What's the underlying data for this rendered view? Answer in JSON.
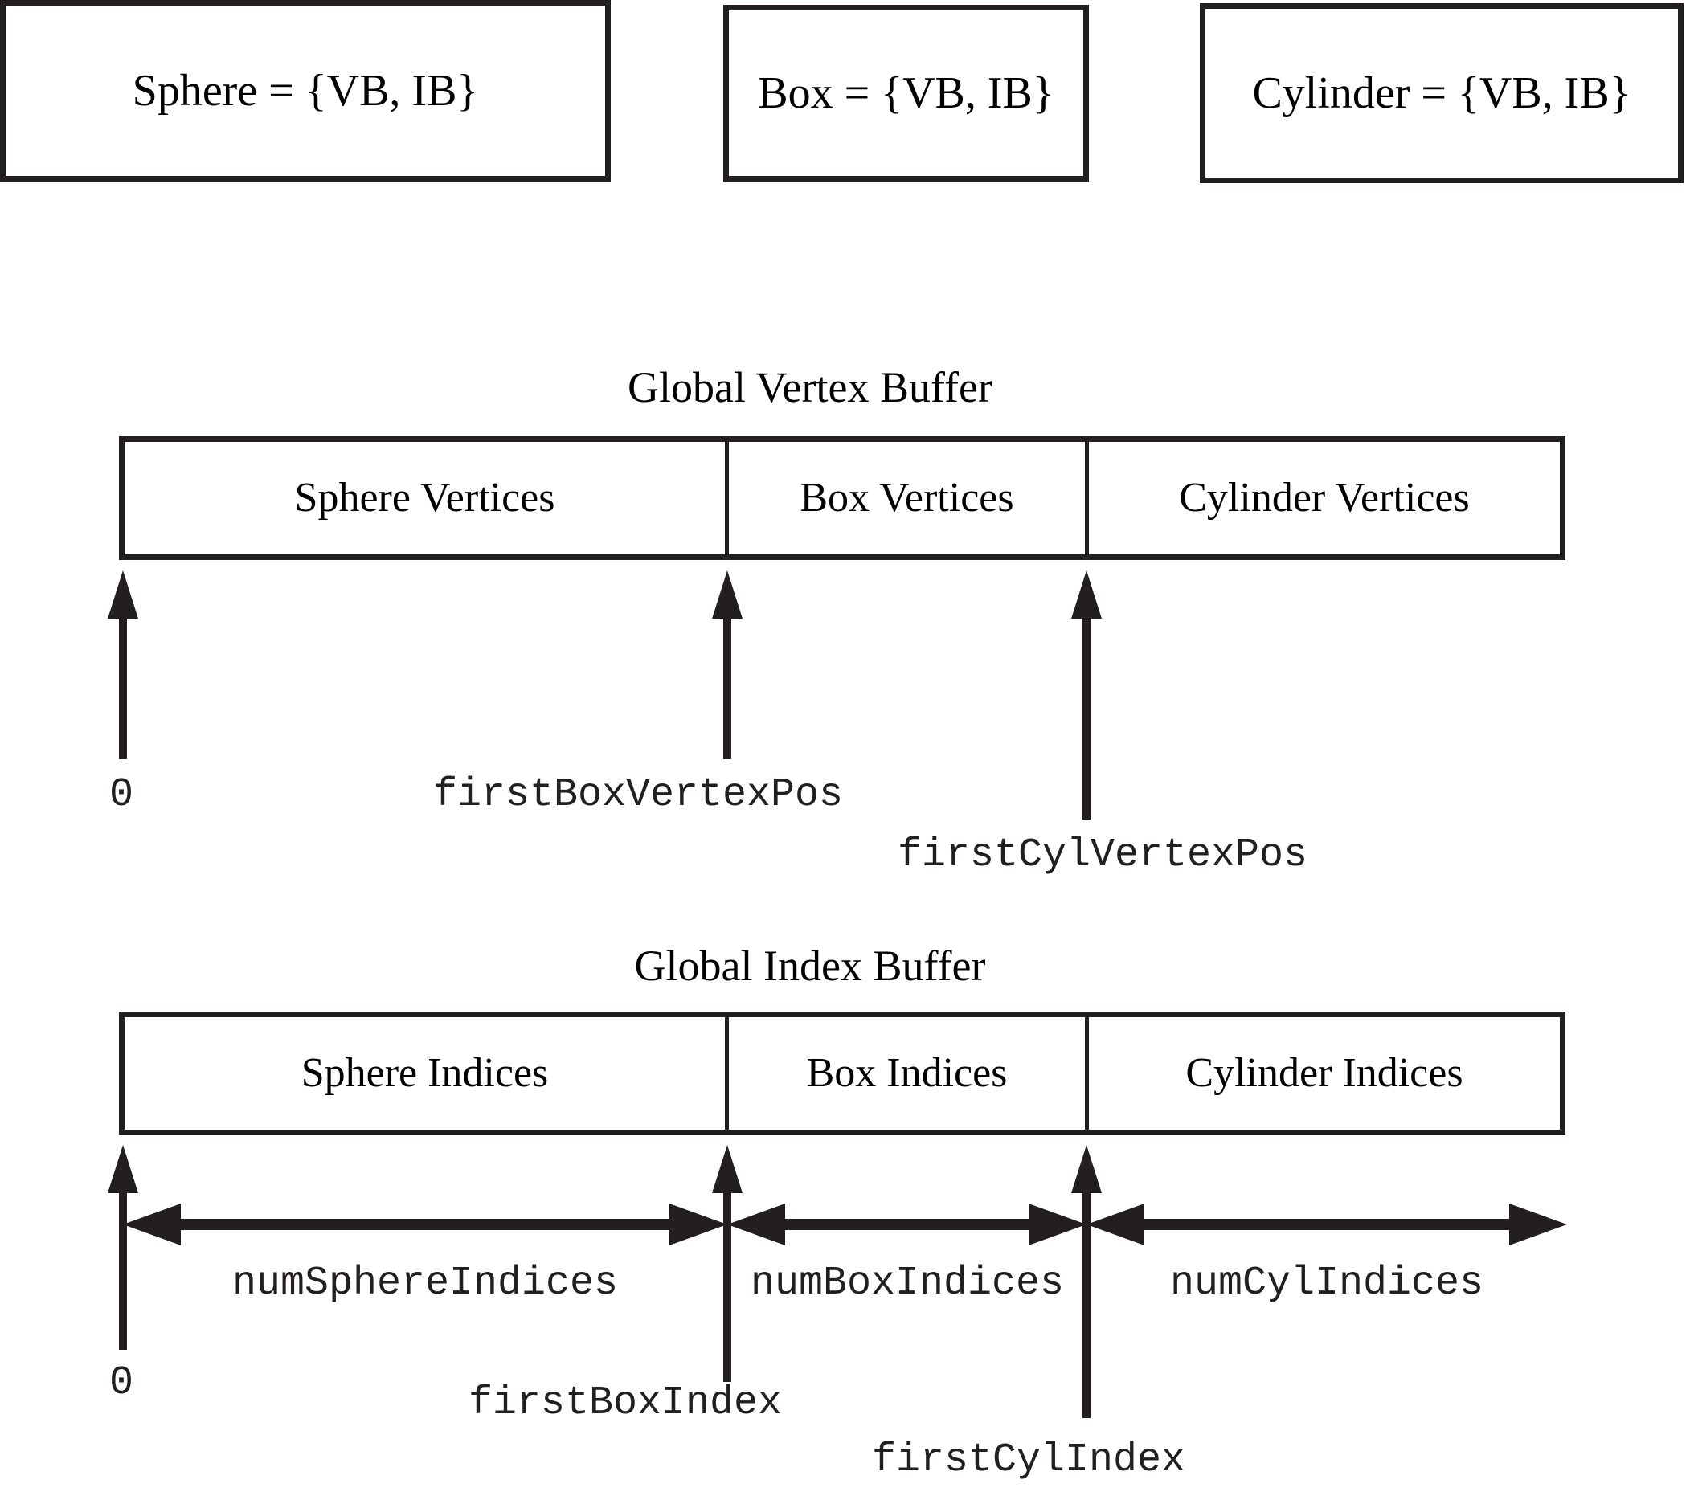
{
  "diagram": {
    "title_vertex_buffer": "Global Vertex Buffer",
    "title_index_buffer": "Global Index Buffer",
    "mesh_boxes": [
      {
        "label": "Sphere = {VB, IB}"
      },
      {
        "label": "Box = {VB, IB}"
      },
      {
        "label": "Cylinder = {VB, IB}"
      }
    ],
    "vertex_buffer": {
      "segments": [
        {
          "label": "Sphere Vertices"
        },
        {
          "label": "Box Vertices"
        },
        {
          "label": "Cylinder Vertices"
        }
      ],
      "markers": [
        {
          "label": "0"
        },
        {
          "label": "firstBoxVertexPos"
        },
        {
          "label": "firstCylVertexPos"
        }
      ]
    },
    "index_buffer": {
      "segments": [
        {
          "label": "Sphere Indices"
        },
        {
          "label": "Box Indices"
        },
        {
          "label": "Cylinder Indices"
        }
      ],
      "markers": [
        {
          "label": "0"
        },
        {
          "label": "firstBoxIndex"
        },
        {
          "label": "firstCylIndex"
        }
      ],
      "spans": [
        {
          "label": "numSphereIndices"
        },
        {
          "label": "numBoxIndices"
        },
        {
          "label": "numCylIndices"
        }
      ]
    },
    "colors": {
      "line": "#231f20",
      "text": "#000000",
      "background": "#ffffff"
    }
  }
}
